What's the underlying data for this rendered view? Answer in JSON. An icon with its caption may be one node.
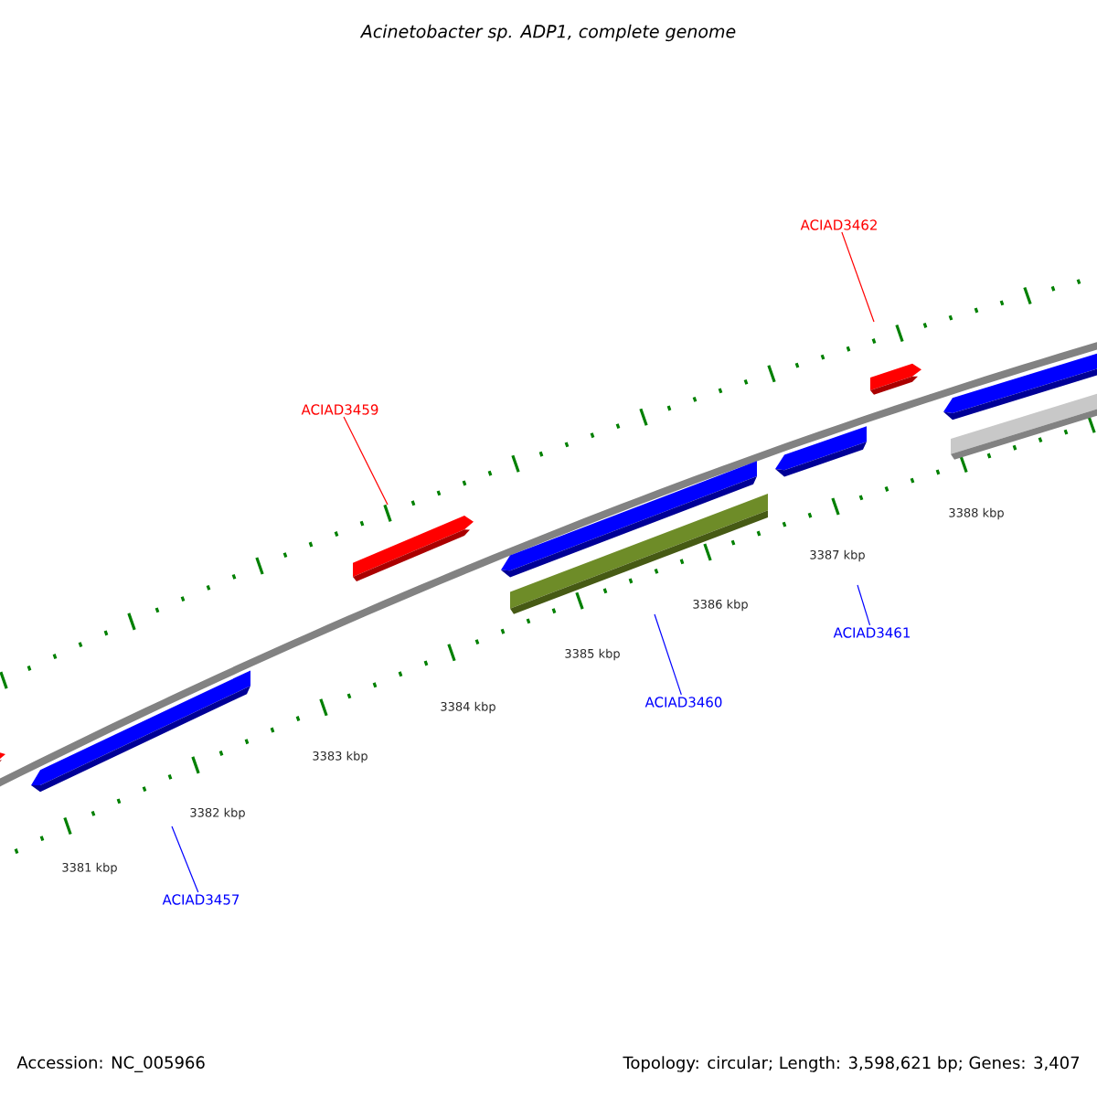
{
  "diagram": {
    "title": "Acinetobacter sp. ADP1, complete genome",
    "nodes": [
      {
        "text": [
          "ACIAD3462"
        ]
      },
      {
        "text": [
          "ACIAD3459"
        ]
      },
      {
        "text": [
          "ACIAD3461"
        ]
      },
      {
        "text": [
          "ACIAD3460"
        ]
      },
      {
        "text": [
          "ACIAD3457"
        ]
      }
    ],
    "edges": [
      {
        "from": 0,
        "to": null,
        "arrow": "none",
        "color": "#ff0000"
      },
      {
        "from": 1,
        "to": null,
        "arrow": "none",
        "color": "#ff0000"
      },
      {
        "from": 2,
        "to": null,
        "arrow": "none"
      },
      {
        "from": 3,
        "to": null,
        "arrow": "none"
      },
      {
        "from": 4,
        "to": null,
        "arrow": "none"
      }
    ],
    "labels": [
      "3388 kbp",
      "3387 kbp",
      "3386 kbp",
      "3385 kbp",
      "3384 kbp",
      "3383 kbp",
      "3382 kbp",
      "3381 kbp",
      "Accession: NC_005966",
      "Topology: circular; Length: 3,598,621 bp; Genes: 3,407"
    ]
  }
}
